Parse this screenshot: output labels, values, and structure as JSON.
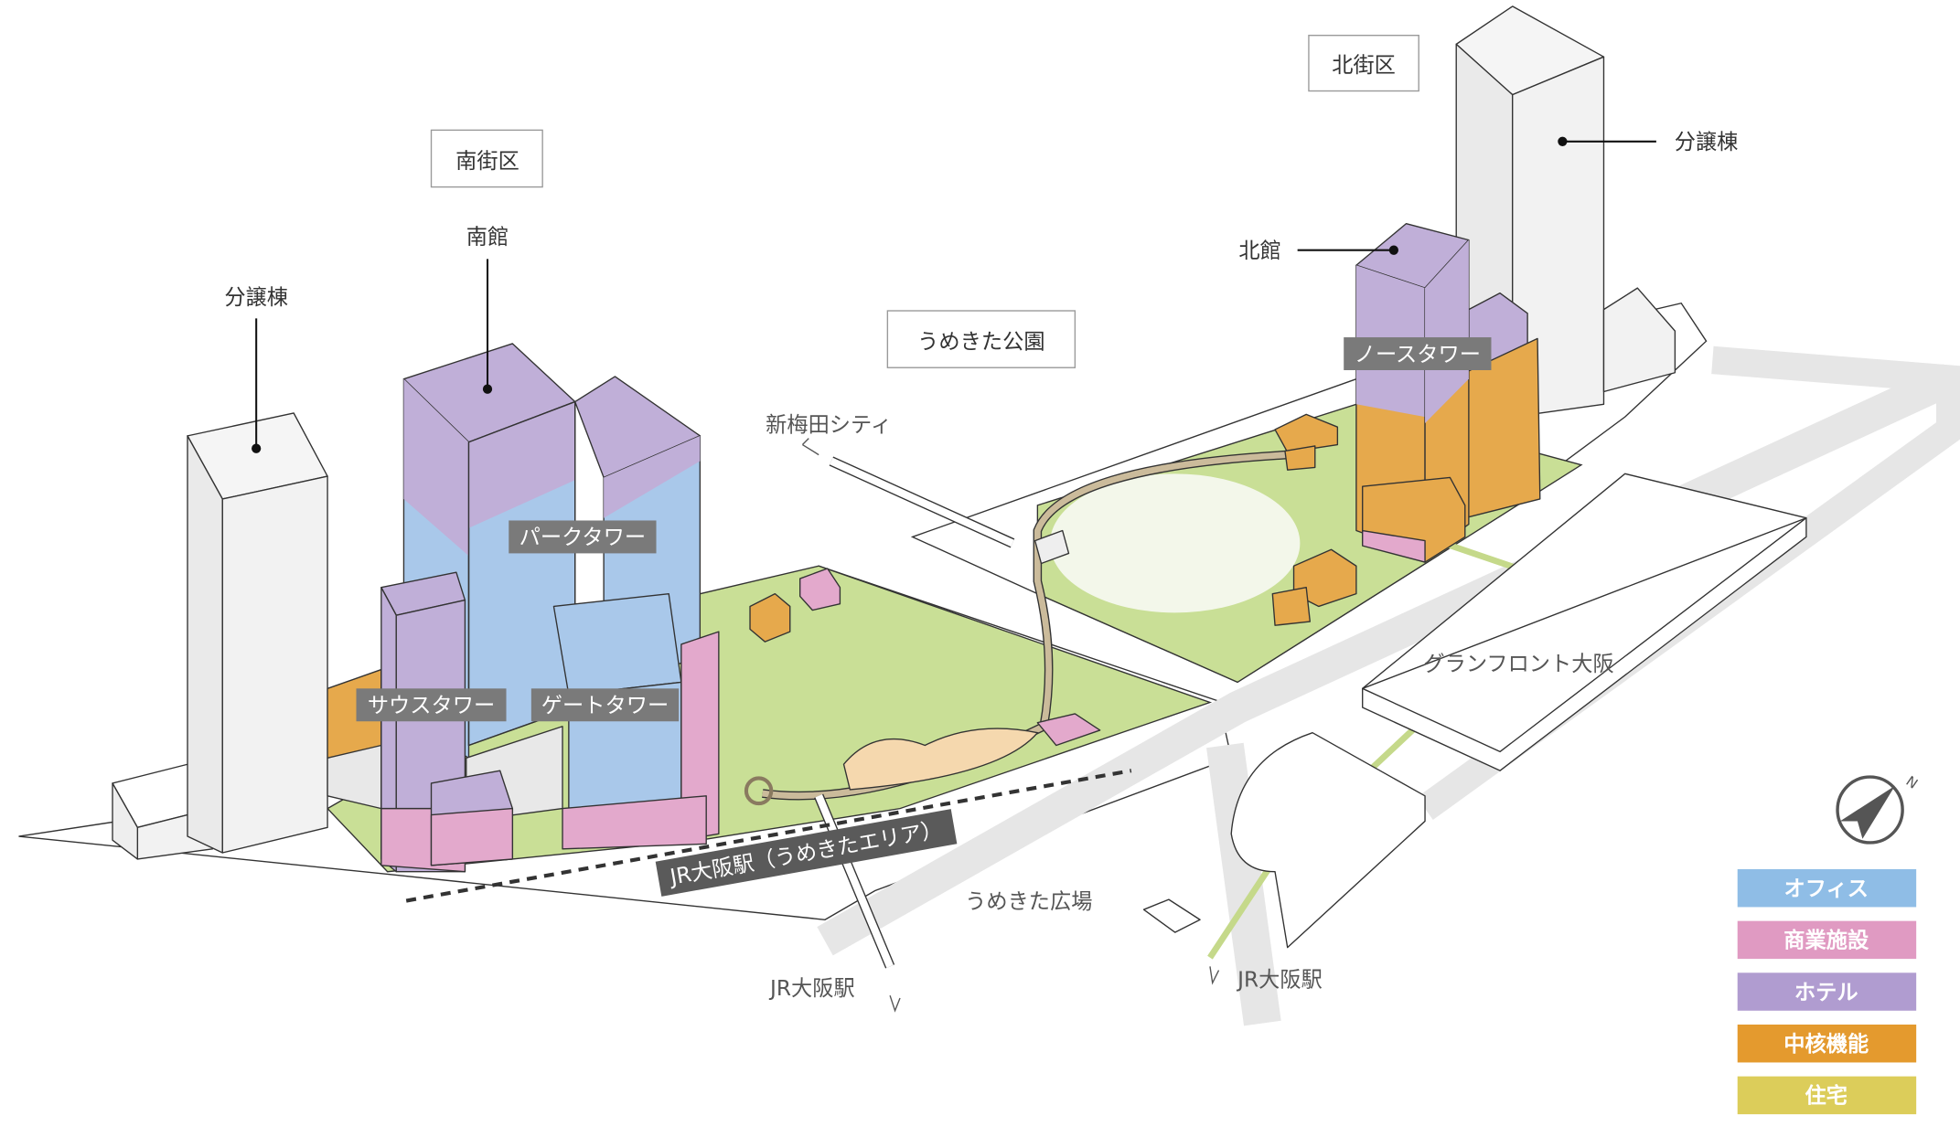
{
  "districts": {
    "north": "北街区",
    "south": "南街区",
    "park": "うめきた公園"
  },
  "callouts": {
    "south_hall": "南館",
    "south_condo": "分譲棟",
    "north_hall": "北館",
    "north_condo": "分譲棟"
  },
  "towers": {
    "park_tower": "パークタワー",
    "south_tower": "サウスタワー",
    "gate_tower": "ゲートタワー",
    "north_tower": "ノースタワー"
  },
  "places": {
    "shin_umeda": "新梅田シティ",
    "jr_umekita": "JR大阪駅（うめきたエリア）",
    "umekita_plaza": "うめきた広場",
    "grand_front": "グランフロント大阪",
    "jr_osaka_1": "JR大阪駅",
    "jr_osaka_2": "JR大阪駅"
  },
  "compass": {
    "icon": "north-arrow-icon",
    "label": "N"
  },
  "legend": [
    {
      "label": "オフィス",
      "color": "#8fbde6"
    },
    {
      "label": "商業施設",
      "color": "#e09ac2"
    },
    {
      "label": "ホテル",
      "color": "#b09cd0"
    },
    {
      "label": "中核機能",
      "color": "#e49a2e"
    },
    {
      "label": "住宅",
      "color": "#dccd5a"
    }
  ],
  "colors": {
    "office": "#a9c8ea",
    "retail": "#e3a9cc",
    "hotel": "#c0afd8",
    "core": "#e6a94c",
    "park": "#c9df96",
    "condo": "#efefef",
    "tag": "#7a7a7a"
  }
}
